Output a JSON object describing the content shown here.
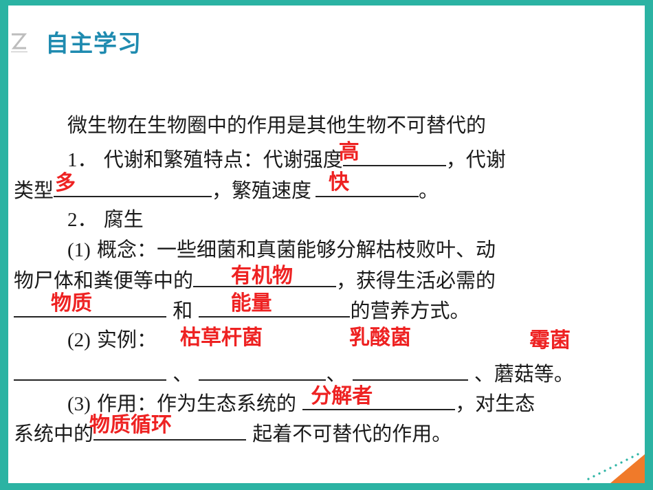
{
  "header": {
    "title": "自主学习"
  },
  "lines": {
    "l1": "微生物在生物圈中的作用是其他生物不可替代的",
    "l2a": "1．",
    "l2b": "代谢和繁殖特点：代谢强度",
    "l2c": "，代谢",
    "l3a": "类型",
    "l3b": "，繁殖速度",
    "l3c": "。",
    "l4a": "2．",
    "l4b": "腐生",
    "l5a": "(1)",
    "l5b": "概念：一些细菌和真菌能够分解枯枝败叶、动",
    "l6a": "物尸体和粪便等中的",
    "l6b": "，获得生活必需的",
    "l7a": "和",
    "l7b": "的营养方式。",
    "l8a": "(2)",
    "l8b": "实例：",
    "l9a": "、",
    "l9b": "、",
    "l9c": "、蘑菇等。",
    "l10a": "(3)",
    "l10b": "作用：作为生态系统的",
    "l10c": "，对生态",
    "l11a": "系统中的",
    "l11b": "起着不可替代的作用。"
  },
  "answers": {
    "a1": "高",
    "a2": "多",
    "a3": "快",
    "a4": "有机物",
    "a5": "物质",
    "a6": "能量",
    "a7": "枯草杆菌",
    "a8": "乳酸菌",
    "a9": "霉菌",
    "a10": "分解者",
    "a11": "物质循环"
  },
  "colors": {
    "frame": "#2bb3a3",
    "title": "#1f8bb0",
    "answer": "#ee2222",
    "deco": "#f07a2a"
  }
}
